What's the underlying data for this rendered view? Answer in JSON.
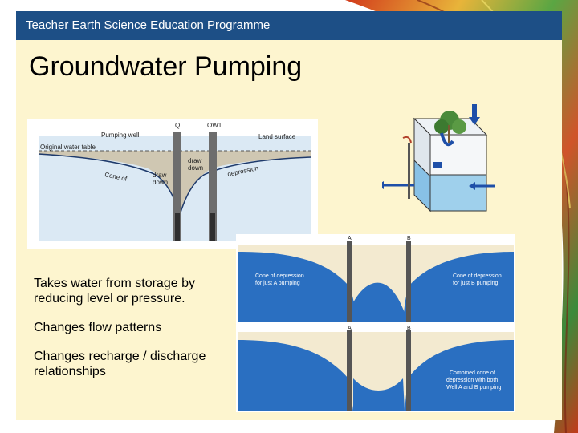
{
  "header": {
    "text": "Teacher Earth Science Education Programme"
  },
  "title": "Groundwater Pumping",
  "bullets": [
    "Takes water from storage by reducing level or pressure.",
    "Changes flow patterns",
    "Changes recharge / discharge relationships"
  ],
  "diagram1": {
    "well_q": "Q",
    "well_ow1": "OW1",
    "pumping_well": "Pumping well",
    "land_surface": "Land surface",
    "original_water_table": "Original water table",
    "draw_down_1": "draw",
    "draw_down_2": "down",
    "cone_of": "Cone of",
    "depression": "depression"
  },
  "diagram3": {
    "well_a": "A",
    "well_b": "B",
    "cone_a_1": "Cone of depression",
    "cone_a_2": "for just A pumping",
    "cone_b_1": "Cone of depression",
    "cone_b_2": "for just B pumping",
    "cone_ab_1": "Combined cone of",
    "cone_ab_2": "depression with both",
    "cone_ab_3": "Well A and B pumping"
  },
  "colors": {
    "header": "#1d4f86",
    "content_bg": "#fdf5cf",
    "water_blue": "#2a6fc1",
    "sand": "#f3ead0"
  }
}
